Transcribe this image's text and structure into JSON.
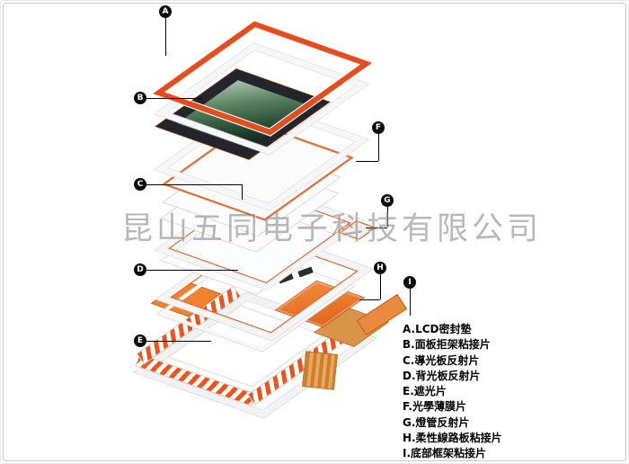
{
  "watermark": "昆山五同电子科技有限公司",
  "diagram": {
    "callouts": [
      {
        "letter": "A"
      },
      {
        "letter": "B"
      },
      {
        "letter": "C"
      },
      {
        "letter": "D"
      },
      {
        "letter": "E"
      },
      {
        "letter": "F"
      },
      {
        "letter": "G"
      },
      {
        "letter": "H"
      },
      {
        "letter": "I"
      }
    ]
  },
  "legend": {
    "items": [
      "A.LCD密封墊",
      "B.面板拒架粘接片",
      "C.導光板反射片",
      "D.背光板反射片",
      "E.遮光片",
      "F.光學薄膜片",
      "G.燈管反射片",
      "H.柔性線路板粘接片",
      "I.底部框架粘接片"
    ]
  },
  "colors": {
    "accent_orange": "#e8531e",
    "film_orange": "#e8682c",
    "screen_green": "#355c43",
    "bezel_dark": "#23252b",
    "flex_orange": "#e2641e",
    "flex_tan": "#d9944a",
    "label_bg": "#0b0b0b",
    "watermark_gray": "#8a8a8a"
  }
}
